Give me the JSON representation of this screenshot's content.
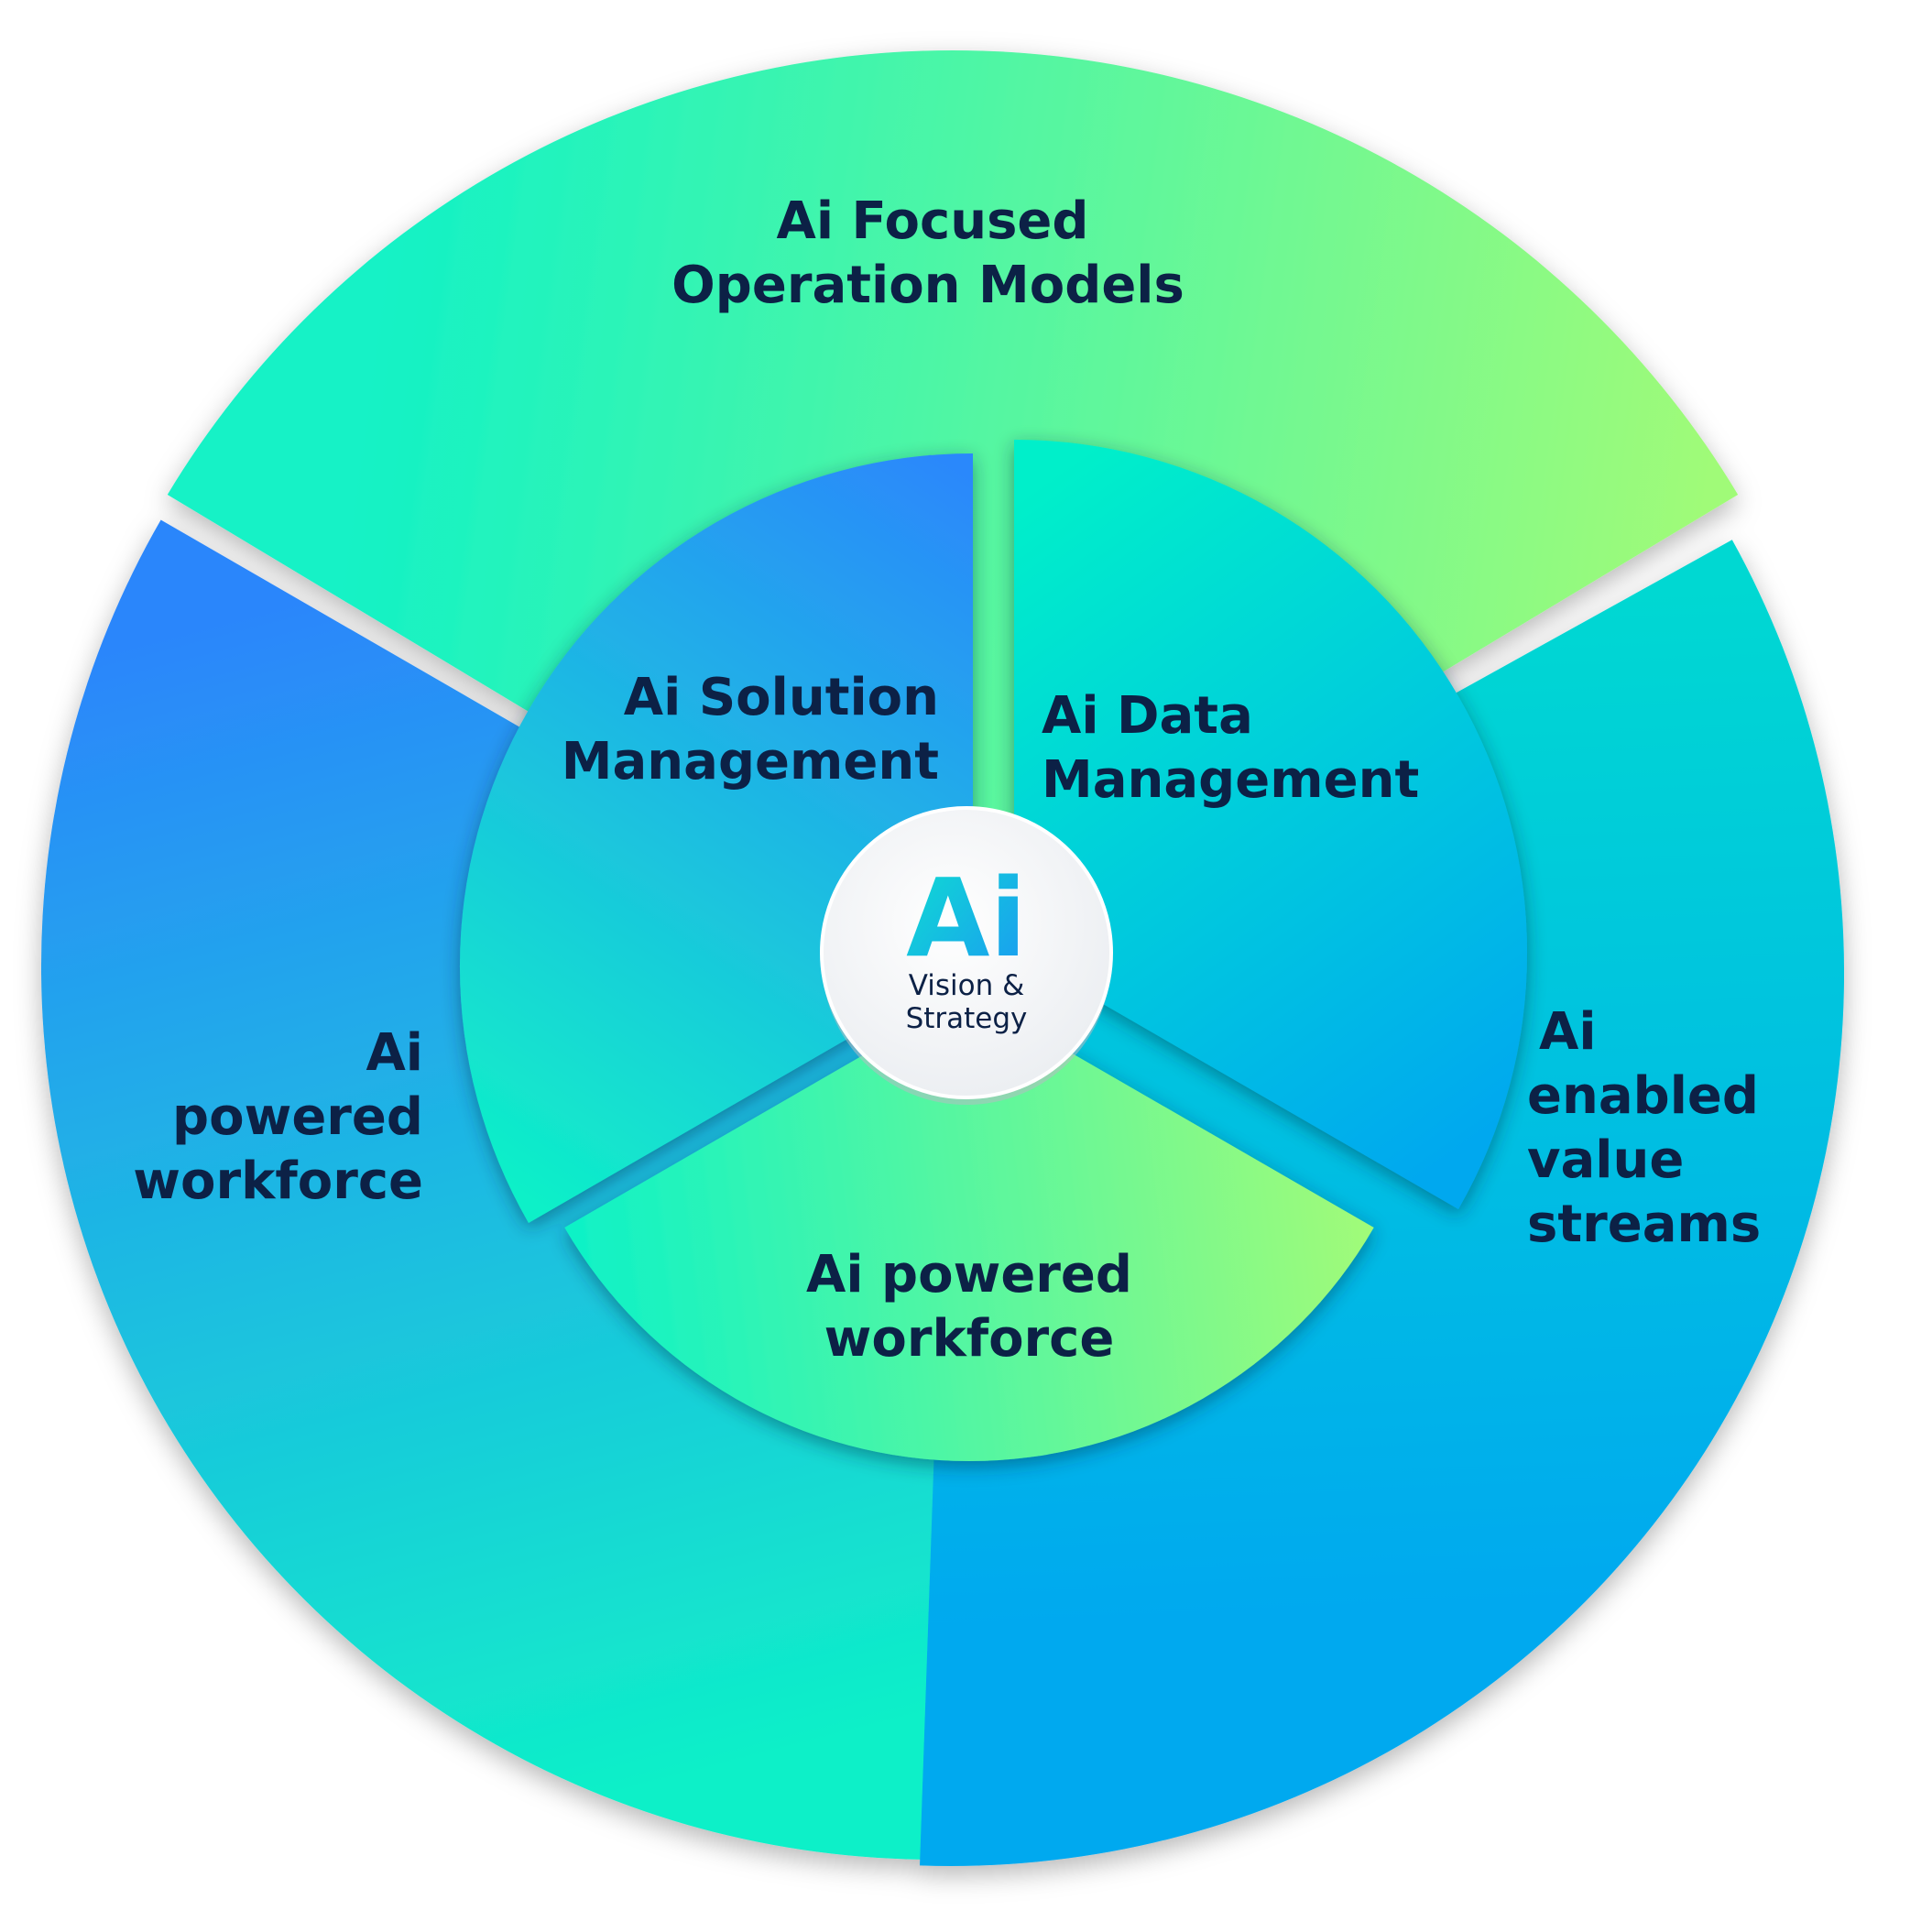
{
  "center": {
    "logo_text": "Ai",
    "subtitle_line1": "Vision &",
    "subtitle_line2": "Strategy"
  },
  "outer_ring": {
    "top": {
      "line1": "Ai Focused",
      "line2": "Operation Models"
    },
    "right": {
      "line1": "Ai",
      "line2": "enabled",
      "line3": "value",
      "line4": "streams"
    },
    "left": {
      "line1": "Ai",
      "line2": "powered",
      "line3": "workforce"
    }
  },
  "inner_ring": {
    "top_left": {
      "line1": "Ai Solution",
      "line2": "Management"
    },
    "top_right": {
      "line1": "Ai Data",
      "line2": "Management"
    },
    "bottom": {
      "line1": "Ai powered",
      "line2": "workforce"
    }
  },
  "colors": {
    "text_dark": "#0c2146",
    "blue": "#2b86fb",
    "aqua": "#0ff0c8",
    "cyan": "#00a8ee",
    "lime": "#9dfb78",
    "center_fill": "#f3f5f8"
  }
}
